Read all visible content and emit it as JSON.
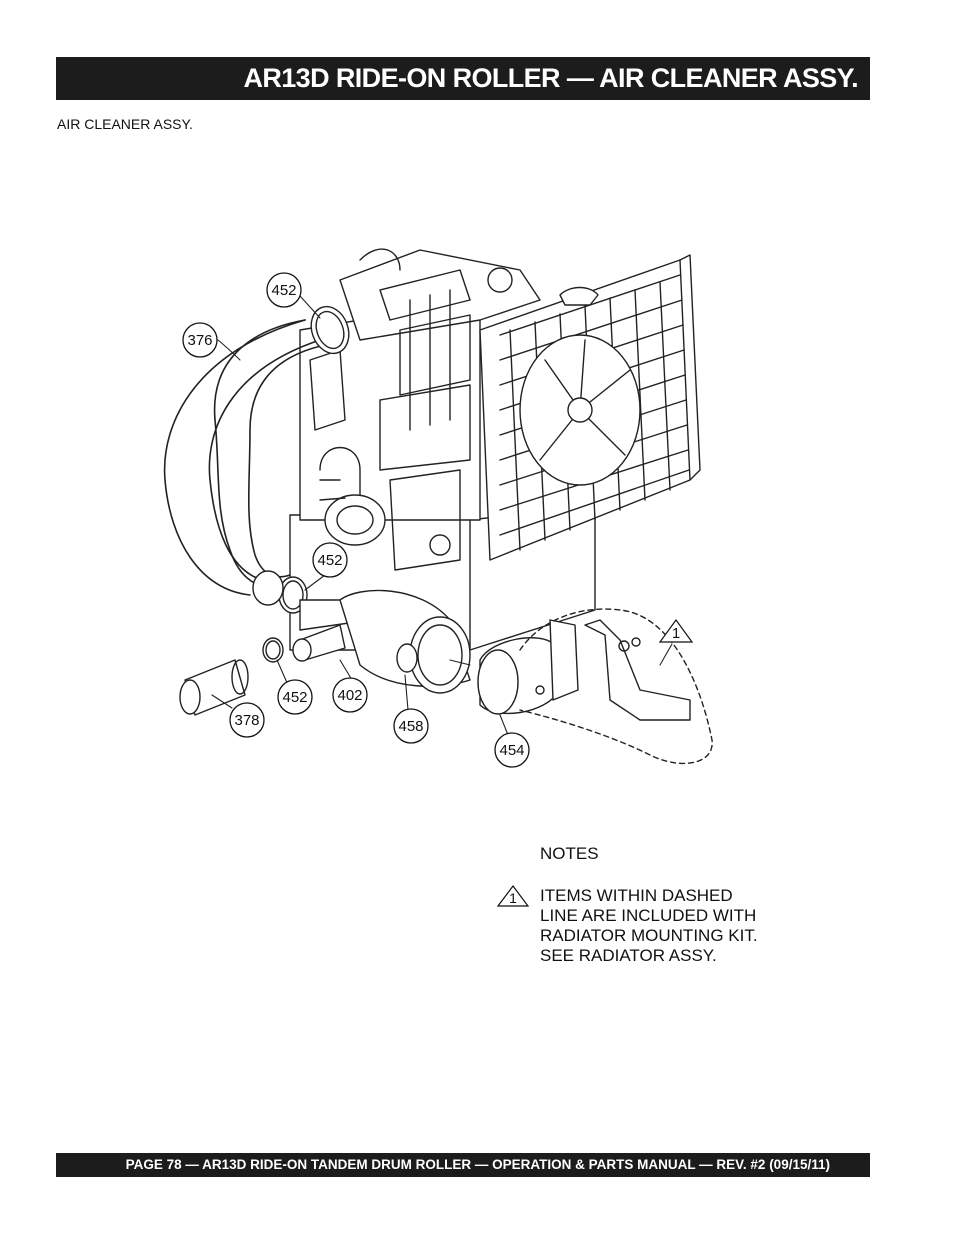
{
  "header": {
    "title": "AR13D RIDE-ON ROLLER — AIR CLEANER ASSY."
  },
  "subtitle": "AIR CLEANER ASSY.",
  "callouts": {
    "c452a": "452",
    "c376": "376",
    "c452b": "452",
    "c452c": "452",
    "c402": "402",
    "c378": "378",
    "c458": "458",
    "c454": "454",
    "c1": "1"
  },
  "notes": {
    "heading": "NOTES",
    "item_marker": "1",
    "lines": [
      "ITEMS WITHIN DASHED",
      "LINE ARE INCLUDED WITH",
      "RADIATOR MOUNTING KIT.",
      "SEE RADIATOR ASSY."
    ]
  },
  "footer": {
    "text": "PAGE 78 — AR13D RIDE-ON TANDEM DRUM ROLLER — OPERATION & PARTS MANUAL — REV. #2 (09/15/11)"
  }
}
